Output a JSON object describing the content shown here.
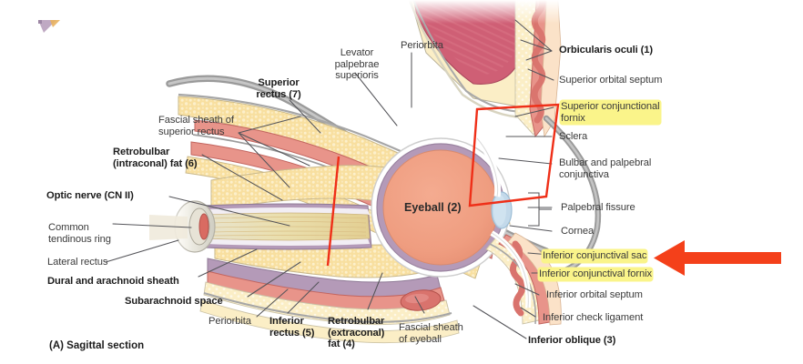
{
  "figure": {
    "caption": "(A) Sagittal section",
    "center_label": "Eyeball (2)",
    "colors": {
      "fat": "#f7dd9b",
      "fat_light": "#fbeec6",
      "muscle_red": "#e8948a",
      "muscle_pink": "#cf5f75",
      "sclera_purple": "#b49ab8",
      "eyeball_fill": "#ef9f82",
      "bone_gray": "#9a9a9a",
      "leader_line": "#55555a",
      "highlight": "#faf48a",
      "annotation_red": "#ef2f18",
      "arrow_orange": "#f4401a",
      "cornea_blue": "#c3d9ea"
    }
  },
  "labels": {
    "top": [
      {
        "text": "Levator\npalpebrae\nsuperioris",
        "bold": false
      },
      {
        "text": "Periorbita",
        "bold": false
      },
      {
        "text": "Superior\nrectus (7)",
        "bold": true
      }
    ],
    "left": [
      {
        "text": "Fascial sheath of\nsuperior rectus",
        "bold": false
      },
      {
        "text": "Retrobulbar\n(intraconal) fat (6)",
        "bold": true
      },
      {
        "text": "Optic nerve (CN II)",
        "bold": true
      },
      {
        "text": "Common\ntendinous ring",
        "bold": false
      },
      {
        "text": "Lateral rectus",
        "bold": false
      },
      {
        "text": "Dural and arachnoid sheath",
        "bold": true
      },
      {
        "text": "Subarachnoid space",
        "bold": true
      }
    ],
    "bottom": [
      {
        "text": "Periorbita",
        "bold": false
      },
      {
        "text": "Inferior\nrectus (5)",
        "bold": true
      },
      {
        "text": "Retrobulbar\n(extraconal)\nfat (4)",
        "bold": true
      },
      {
        "text": "Fascial sheath\nof eyeball",
        "bold": false
      },
      {
        "text": "Inferior oblique (3)",
        "bold": true
      }
    ],
    "right": [
      {
        "text": "Orbicularis oculi (1)",
        "bold": true,
        "highlight": false
      },
      {
        "text": "Superior orbital septum",
        "bold": false,
        "highlight": false
      },
      {
        "text": "Superior conjunctional\nfornix",
        "bold": false,
        "highlight": true
      },
      {
        "text": "Sclera",
        "bold": false,
        "highlight": false
      },
      {
        "text": "Bulbar and palpebral\nconjunctiva",
        "bold": false,
        "highlight": false
      },
      {
        "text": "Palpebral fissure",
        "bold": false,
        "highlight": false
      },
      {
        "text": "Cornea",
        "bold": false,
        "highlight": false
      },
      {
        "text": "Inferior conjunctival sac",
        "bold": false,
        "highlight": true
      },
      {
        "text": "Inferior conjunctival fornix",
        "bold": false,
        "highlight": true
      },
      {
        "text": "Inferior orbital septum",
        "bold": false,
        "highlight": false
      },
      {
        "text": "Inferior check ligament",
        "bold": false,
        "highlight": false
      }
    ]
  },
  "annotations": {
    "red_box_name": "red-parallelogram-highlight",
    "red_line_name": "red-slash-mark",
    "arrow_name": "red-pointer-arrow",
    "arrow_target": "Inferior conjunctival sac"
  }
}
